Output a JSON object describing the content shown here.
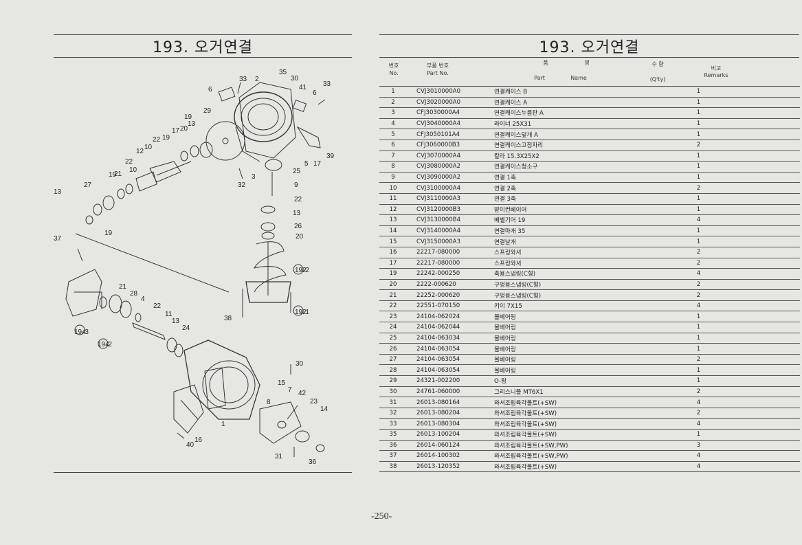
{
  "left_title": "193. 오거연결",
  "right_title": "193. 오거연결",
  "page_number": "-250-",
  "headers": {
    "no_kr": "번호",
    "no_en": "No.",
    "part_kr": "부품 번호",
    "part_en": "Part   No.",
    "name_kr1": "품",
    "name_kr2": "명",
    "name_en1": "Part",
    "name_en2": "Name",
    "qty_kr": "수 량",
    "qty_en": "(Q'ty)",
    "remarks_kr": "비고",
    "remarks_en": "Remarks"
  },
  "parts": [
    {
      "no": "1",
      "part": "CVJ3010000A0",
      "name": "연결케이스 B",
      "qty": "1"
    },
    {
      "no": "2",
      "part": "CVJ3020000A0",
      "name": "연결케이스 A",
      "qty": "1"
    },
    {
      "no": "3",
      "part": "CFJ3030000A4",
      "name": "연결케이스누름판 A",
      "qty": "1"
    },
    {
      "no": "4",
      "part": "CVJ3040000A4",
      "name": "라이너 25X31",
      "qty": "1"
    },
    {
      "no": "5",
      "part": "CFJ3050101A4",
      "name": "연결케이스덮개 A",
      "qty": "1"
    },
    {
      "no": "6",
      "part": "CFJ3060000B3",
      "name": "연결케이스고정자리",
      "qty": "2"
    },
    {
      "no": "7",
      "part": "CVJ3070000A4",
      "name": "칼라 15.3X25X2",
      "qty": "1"
    },
    {
      "no": "8",
      "part": "CVJ3080000A2",
      "name": "연결케이스청소구",
      "qty": "1"
    },
    {
      "no": "9",
      "part": "CVJ3090000A2",
      "name": "연결 1축",
      "qty": "1"
    },
    {
      "no": "10",
      "part": "CVJ3100000A4",
      "name": "연결 2축",
      "qty": "2"
    },
    {
      "no": "11",
      "part": "CVJ3110000A3",
      "name": "연결 3축",
      "qty": "1"
    },
    {
      "no": "12",
      "part": "CVJ3120000B3",
      "name": "받이컨베이어",
      "qty": "1"
    },
    {
      "no": "13",
      "part": "CVJ3130000B4",
      "name": "베벨기어 19",
      "qty": "4"
    },
    {
      "no": "14",
      "part": "CVJ3140000A4",
      "name": "연결마개 35",
      "qty": "1"
    },
    {
      "no": "15",
      "part": "CVJ3150000A3",
      "name": "연결날개",
      "qty": "1"
    },
    {
      "no": "16",
      "part": "22217-080000",
      "name": "스프링와셔",
      "qty": "2"
    },
    {
      "no": "17",
      "part": "22217-080000",
      "name": "스프링와셔",
      "qty": "2"
    },
    {
      "no": "19",
      "part": "22242-000250",
      "name": "축용스냅링(C형)",
      "qty": "4"
    },
    {
      "no": "20",
      "part": "2222-000620",
      "name": "구멍용스냅링(C형)",
      "qty": "2"
    },
    {
      "no": "21",
      "part": "22252-000620",
      "name": "구멍용스냅링(C형)",
      "qty": "2"
    },
    {
      "no": "22",
      "part": "22551-070150",
      "name": "키이 7X15",
      "qty": "4"
    },
    {
      "no": "23",
      "part": "24104-062024",
      "name": "볼베어링",
      "qty": "1"
    },
    {
      "no": "24",
      "part": "24104-062044",
      "name": "볼베어링",
      "qty": "1"
    },
    {
      "no": "25",
      "part": "24104-063034",
      "name": "볼베어링",
      "qty": "1"
    },
    {
      "no": "26",
      "part": "24104-063054",
      "name": "볼베어링",
      "qty": "1"
    },
    {
      "no": "27",
      "part": "24104-063054",
      "name": "볼베어링",
      "qty": "2"
    },
    {
      "no": "28",
      "part": "24104-063054",
      "name": "볼베어링",
      "qty": "1"
    },
    {
      "no": "29",
      "part": "24321-002200",
      "name": "O-링",
      "qty": "1"
    },
    {
      "no": "30",
      "part": "24761-060000",
      "name": "그리스니플 MT6X1",
      "qty": "2"
    },
    {
      "no": "31",
      "part": "26013-080164",
      "name": "와셔조립육각볼트(+SW)",
      "qty": "4"
    },
    {
      "no": "32",
      "part": "26013-080204",
      "name": "와셔조립육각볼트(+SW)",
      "qty": "2"
    },
    {
      "no": "33",
      "part": "26013-080304",
      "name": "와셔조립육각볼트(+SW)",
      "qty": "4"
    },
    {
      "no": "35",
      "part": "26013-100204",
      "name": "와셔조립육각볼트(+SW)",
      "qty": "1"
    },
    {
      "no": "36",
      "part": "26014-060124",
      "name": "와셔조립육각볼트(+SW,PW)",
      "qty": "3"
    },
    {
      "no": "37",
      "part": "26014-100302",
      "name": "와셔조립육각볼트(+SW,PW)",
      "qty": "4"
    },
    {
      "no": "38",
      "part": "26013-120352",
      "name": "와셔조립육각볼트(+SW)",
      "qty": "4"
    }
  ],
  "diagram": {
    "callouts": [
      "33",
      "2",
      "35",
      "30",
      "41",
      "6",
      "33",
      "6",
      "29",
      "19",
      "13",
      "17",
      "20",
      "19",
      "22",
      "10",
      "12",
      "22",
      "10",
      "19",
      "21",
      "27",
      "13",
      "19",
      "25",
      "17",
      "5",
      "39",
      "32",
      "3",
      "9",
      "22",
      "13",
      "26",
      "20",
      "37",
      "192",
      "-2",
      "21",
      "28",
      "4",
      "22",
      "11",
      "13",
      "24",
      "192",
      "-1",
      "38",
      "194",
      "-3",
      "194",
      "-2",
      "30",
      "15",
      "7",
      "42",
      "23",
      "14",
      "8",
      "1",
      "16",
      "40",
      "31",
      "36"
    ]
  }
}
